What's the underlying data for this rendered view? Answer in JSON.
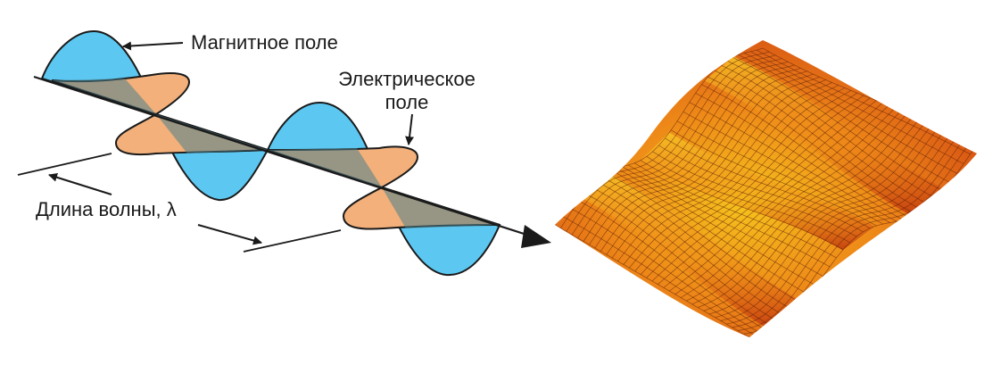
{
  "labels": {
    "magnetic_field": "Магнитное поле",
    "electric_field_line1": "Электрическое",
    "electric_field_line2": "поле",
    "wavelength": "Длина волны, λ"
  },
  "colors": {
    "magnetic_fill": "#5cc8f2",
    "electric_fill": "#f3b07a",
    "outline": "#1a1a1a",
    "shaded_overlap": "#7aa3ad",
    "surface_light": "#f4b41a",
    "surface_mid": "#ec7a16",
    "surface_dark": "#c93412"
  }
}
